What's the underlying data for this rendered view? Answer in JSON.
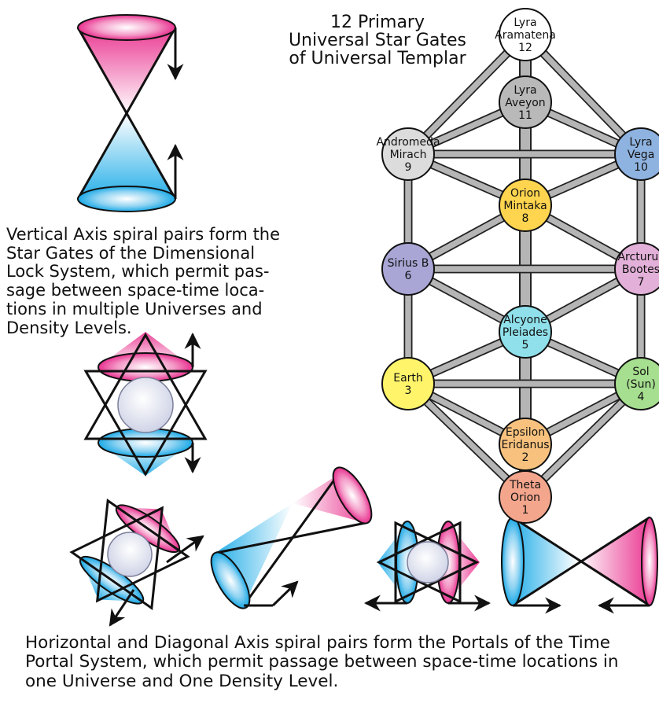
{
  "title": "12 Primary\nUniversal Star Gates\nof Universal Templar",
  "vertical_caption": "Vertical Axis spiral pairs form the\nStar Gates of the Dimensional\nLock System, which permit pas-\nsage between space-time loca-\ntions in multiple Universes and\nDensity Levels.",
  "horizontal_caption": "Horizontal and Diagonal Axis spiral pairs form the Portals of the Time\nPortal System, which permit passage between space-time locations in\none Universe and One Density Level.",
  "gates": [
    {
      "id": "12",
      "lines": [
        "Lyra",
        "Aramatena",
        "12"
      ],
      "color": "#ffffff"
    },
    {
      "id": "11",
      "lines": [
        "Lyra",
        "Aveyon",
        "11"
      ],
      "color": "#b9b9b9"
    },
    {
      "id": "9",
      "lines": [
        "Andromeda",
        "Mirach",
        "9"
      ],
      "color": "#dcdcdc"
    },
    {
      "id": "10",
      "lines": [
        "Lyra",
        "Vega",
        "10"
      ],
      "color": "#8fb3e0"
    },
    {
      "id": "8",
      "lines": [
        "Orion",
        "Mintaka",
        "8"
      ],
      "color": "#ffd54f"
    },
    {
      "id": "6",
      "lines": [
        "Sirius B",
        "6"
      ],
      "color": "#a9a6d6"
    },
    {
      "id": "7",
      "lines": [
        "Arcturus",
        "Bootes",
        "7"
      ],
      "color": "#e2b0d8"
    },
    {
      "id": "5",
      "lines": [
        "Alcyone",
        "Pleiades",
        "5"
      ],
      "color": "#8fe0ea"
    },
    {
      "id": "3",
      "lines": [
        "Earth",
        "3"
      ],
      "color": "#fff46a"
    },
    {
      "id": "4",
      "lines": [
        "Sol",
        "(Sun)",
        "4"
      ],
      "color": "#a6df8f"
    },
    {
      "id": "2",
      "lines": [
        "Epsilon",
        "Eridanus",
        "2"
      ],
      "color": "#f8c27e"
    },
    {
      "id": "1",
      "lines": [
        "Theta",
        "Orion",
        "1"
      ],
      "color": "#f4a68d"
    }
  ],
  "connections": [
    [
      "12",
      "11"
    ],
    [
      "12",
      "9"
    ],
    [
      "12",
      "10"
    ],
    [
      "11",
      "9"
    ],
    [
      "11",
      "10"
    ],
    [
      "11",
      "8"
    ],
    [
      "9",
      "10"
    ],
    [
      "9",
      "8"
    ],
    [
      "9",
      "6"
    ],
    [
      "10",
      "8"
    ],
    [
      "10",
      "7"
    ],
    [
      "8",
      "6"
    ],
    [
      "8",
      "7"
    ],
    [
      "8",
      "5"
    ],
    [
      "6",
      "7"
    ],
    [
      "6",
      "5"
    ],
    [
      "6",
      "3"
    ],
    [
      "7",
      "5"
    ],
    [
      "7",
      "4"
    ],
    [
      "5",
      "3"
    ],
    [
      "5",
      "4"
    ],
    [
      "5",
      "2"
    ],
    [
      "3",
      "4"
    ],
    [
      "3",
      "2"
    ],
    [
      "3",
      "1"
    ],
    [
      "4",
      "2"
    ],
    [
      "4",
      "1"
    ],
    [
      "2",
      "1"
    ]
  ],
  "colors": {
    "pink": "#e8308f",
    "cyan": "#1aa9e6",
    "line": "#111111",
    "connector": "#b5b5b5"
  }
}
